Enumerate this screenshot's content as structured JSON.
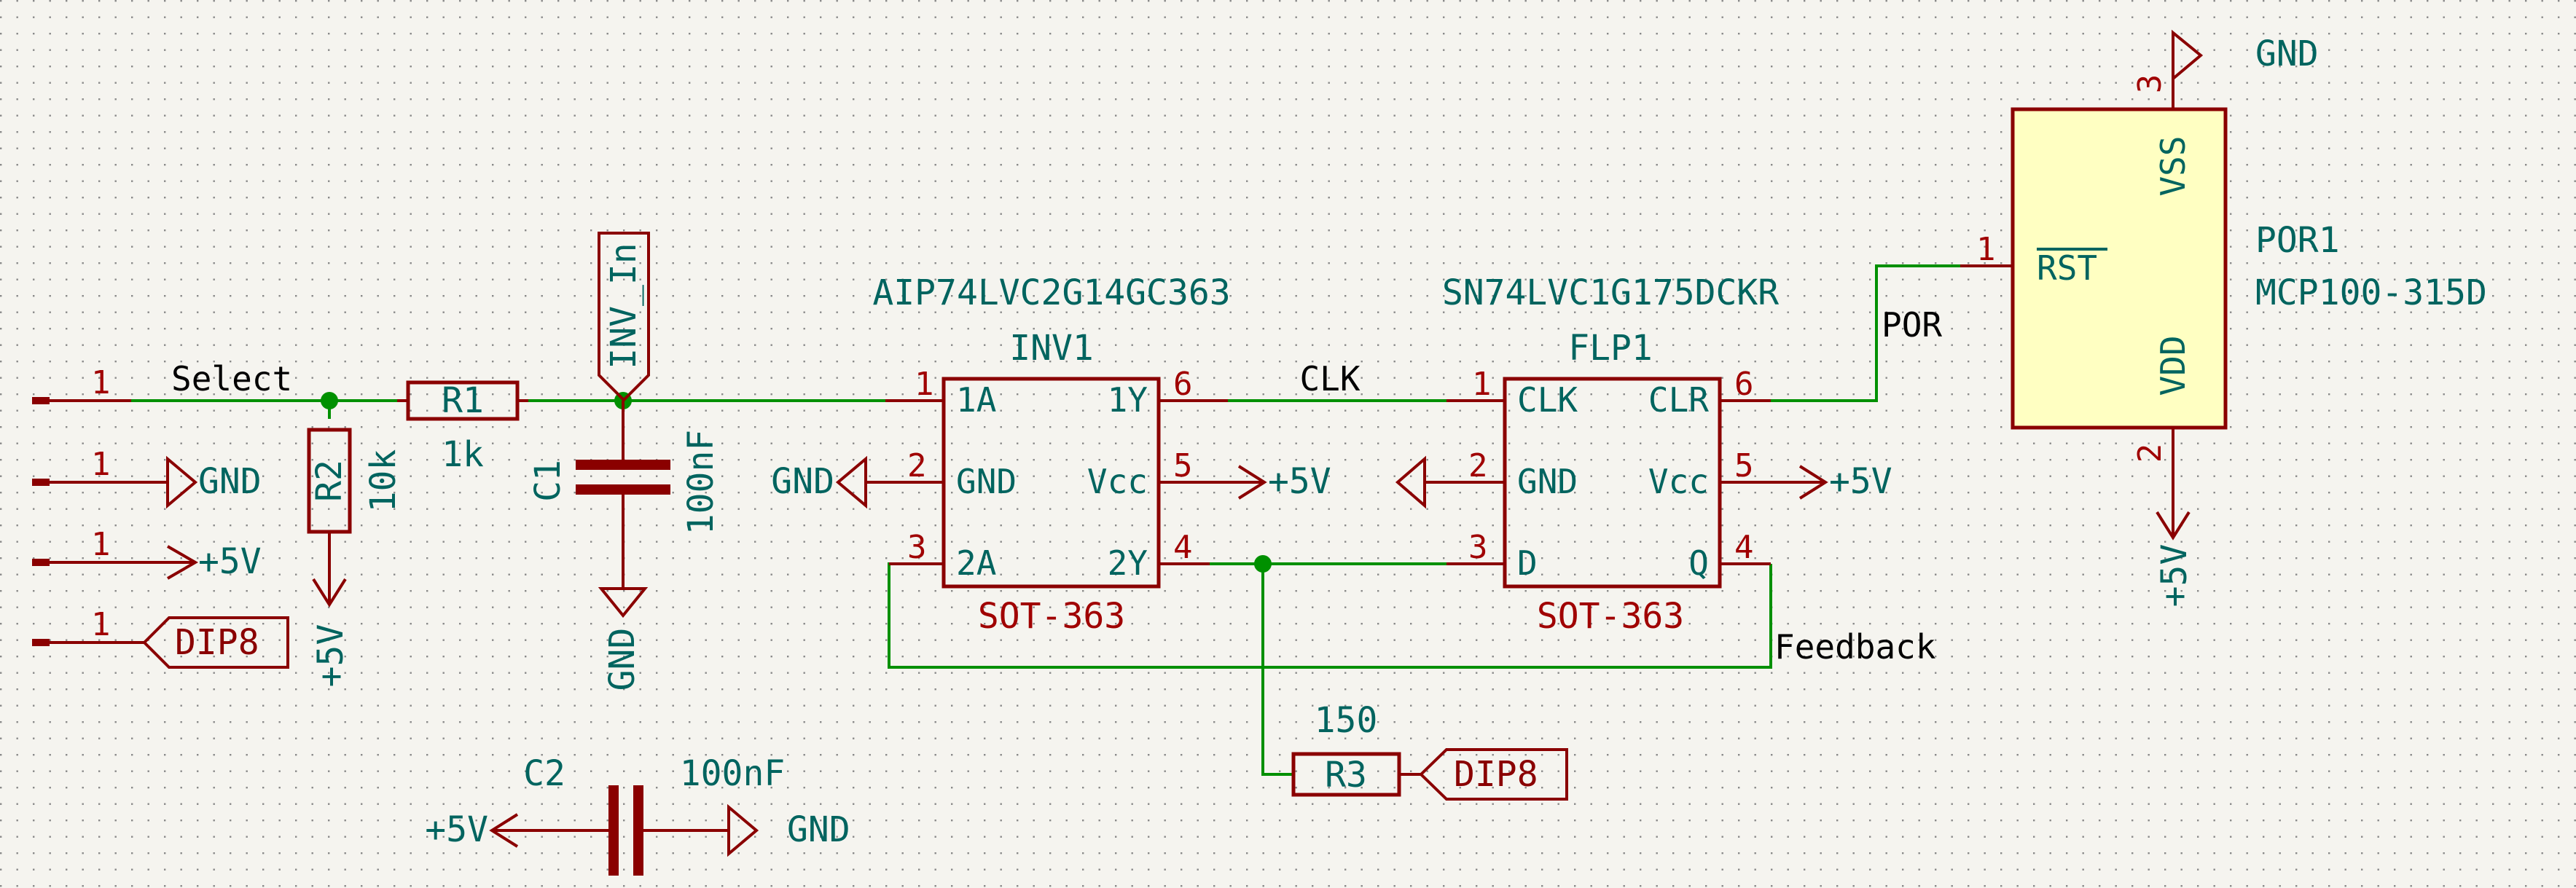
{
  "connector_pins": {
    "pin1": "1",
    "pin2": "1",
    "pin3": "1",
    "pin4": "1",
    "gnd": "GND",
    "vcc": "+5V",
    "dip8": "DIP8"
  },
  "labels": {
    "select": "Select",
    "clk": "CLK",
    "por": "POR",
    "feedback": "Feedback",
    "inv_in": "INV_In"
  },
  "r1": {
    "ref": "R1",
    "value": "1k"
  },
  "r2": {
    "ref": "R2",
    "value": "10k",
    "pwr": "+5V"
  },
  "r3": {
    "ref": "R3",
    "value": "150",
    "dip8": "DIP8"
  },
  "c1": {
    "ref": "C1",
    "value": "100nF",
    "gnd": "GND"
  },
  "c2": {
    "ref": "C2",
    "value": "100nF",
    "left_pwr": "+5V",
    "right_gnd": "GND"
  },
  "inv1": {
    "part": "AIP74LVC2G14GC363",
    "ref": "INV1",
    "package": "SOT-363",
    "pins": {
      "1a": "1A",
      "gnd": "GND",
      "2a": "2A",
      "1y": "1Y",
      "vcc": "Vcc",
      "2y": "2Y",
      "n1": "1",
      "n2": "2",
      "n3": "3",
      "n6": "6",
      "n5": "5",
      "n4": "4"
    },
    "gnd_net": "GND",
    "vcc_net": "+5V"
  },
  "flp1": {
    "part": "SN74LVC1G175DCKR",
    "ref": "FLP1",
    "package": "SOT-363",
    "pins": {
      "clk": "CLK",
      "gnd": "GND",
      "d": "D",
      "clr": "CLR",
      "vcc": "Vcc",
      "q": "Q",
      "n1": "1",
      "n2": "2",
      "n3": "3",
      "n6": "6",
      "n5": "5",
      "n4": "4"
    },
    "vcc_net": "+5V"
  },
  "por1": {
    "ref": "POR1",
    "part": "MCP100-315D",
    "pins": {
      "rst": "RST",
      "vss": "VSS",
      "vdd": "VDD",
      "n1": "1",
      "n3": "3",
      "n2": "2"
    },
    "gnd_net": "GND",
    "vdd_net": "+5V"
  },
  "colors": {
    "background": "#f5f4ef",
    "grid": "#8a8a8a",
    "symbol": "#8a0000",
    "wire": "#009000",
    "text_teal": "#00645f",
    "pin_number": "#a00000",
    "ic_fill": "#ffffc2"
  }
}
